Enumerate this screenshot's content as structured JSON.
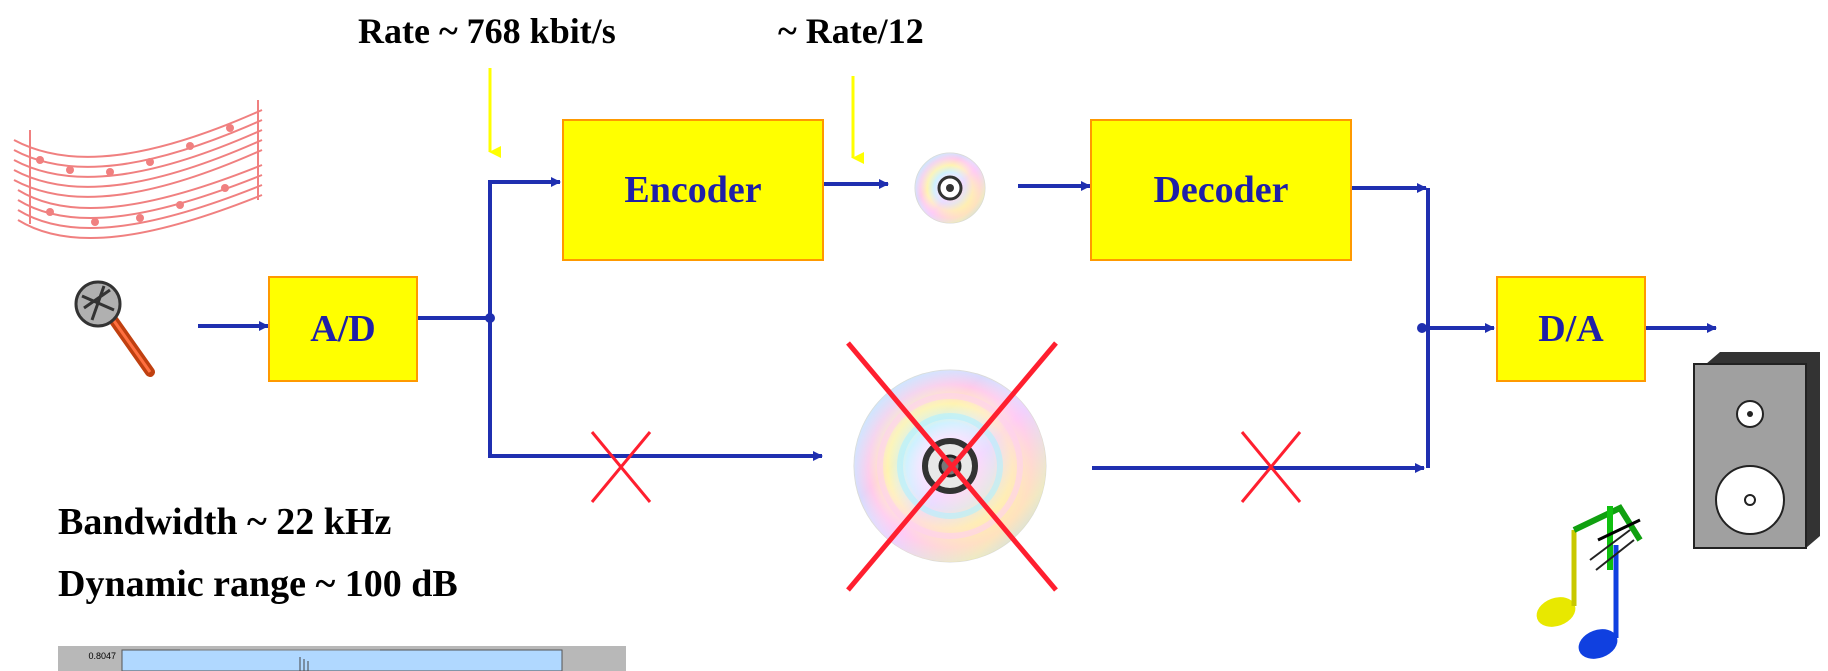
{
  "rate_labels": {
    "input_rate": "Rate ~ 768 kbit/s",
    "output_rate": "~  Rate/12"
  },
  "blocks": {
    "ad": "A/D",
    "encoder": "Encoder",
    "decoder": "Decoder",
    "da": "D/A"
  },
  "specs": {
    "bandwidth": "Bandwidth ~ 22 kHz",
    "dynamic_range": "Dynamic range ~ 100 dB"
  },
  "waveform_thumbnail": {
    "y_tick": "0.8047"
  },
  "icons": [
    "music-score-icon",
    "microphone-icon",
    "small-cd-icon",
    "large-cd-icon",
    "speaker-icon",
    "music-notes-icon"
  ],
  "colors": {
    "block_fill": "#ffff00",
    "block_border": "#ff9900",
    "block_text": "#1f1fa8",
    "signal_line": "#1f2fb0",
    "rate_arrow": "#ffff00",
    "cross": "#ff1f2f"
  }
}
